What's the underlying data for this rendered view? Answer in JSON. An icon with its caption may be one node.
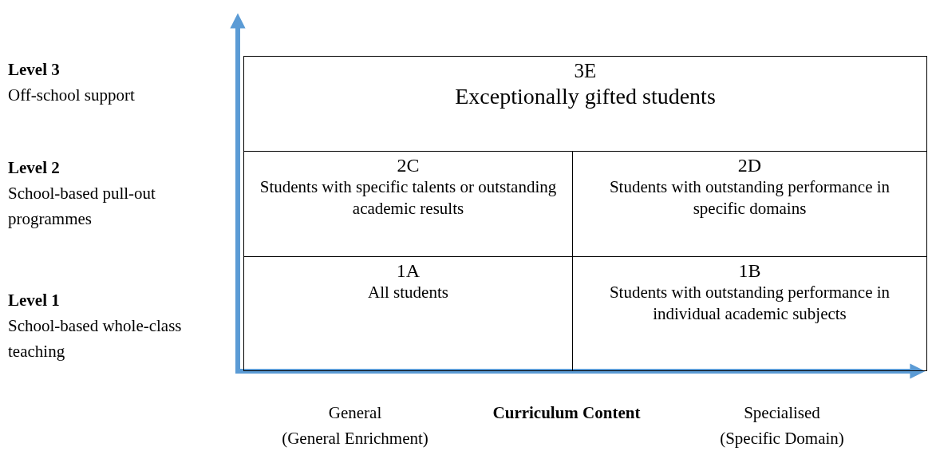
{
  "diagram": {
    "nodes": [
      {
        "text": [
          "3E",
          "Exceptionally gifted students"
        ]
      },
      {
        "text": [
          "2C",
          "Students with specific talents or outstanding academic results"
        ]
      },
      {
        "text": [
          "2D",
          "Students with outstanding performance in specific domains"
        ]
      },
      {
        "text": [
          "1A",
          "All students"
        ]
      },
      {
        "text": [
          "1B",
          "Students with outstanding performance in individual academic subjects"
        ]
      }
    ],
    "labels": [
      "Level 3",
      "Off-school support",
      "Level 2",
      "School-based pull-out programmes",
      "Level 1",
      "School-based whole-class teaching",
      "General (General Enrichment)",
      "Curriculum Content",
      "Specialised (Specific Domain)"
    ]
  }
}
